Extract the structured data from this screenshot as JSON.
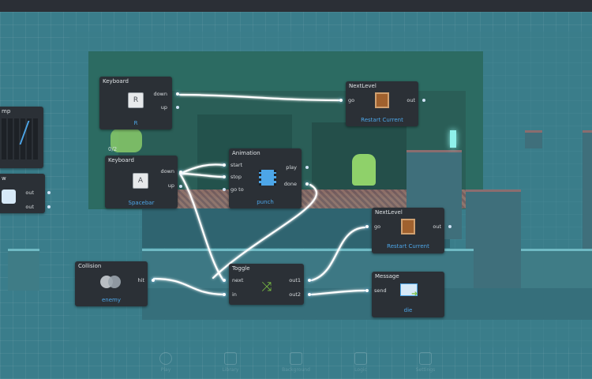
{
  "nodes": {
    "keyboard_r": {
      "title": "Keyboard",
      "key": "R",
      "sub": "R",
      "ports_out": [
        "down",
        "up"
      ]
    },
    "nextlevel_1": {
      "title": "NextLevel",
      "port_in": "go",
      "port_out": "out",
      "sub": "Restart Current"
    },
    "keyboard_space": {
      "title": "Keyboard",
      "key": "A",
      "sub": "Spacebar",
      "ports_out": [
        "down",
        "up"
      ]
    },
    "animation": {
      "title": "Animation",
      "ports_in": [
        "start",
        "stop",
        "go to"
      ],
      "ports_out": [
        "play",
        "done"
      ],
      "sub": "punch"
    },
    "nextlevel_2": {
      "title": "NextLevel",
      "port_in": "go",
      "port_out": "out",
      "sub": "Restart Current"
    },
    "collision": {
      "title": "Collision",
      "port_out": "hit",
      "sub": "enemy"
    },
    "toggle": {
      "title": "Toggle",
      "ports_in": [
        "next",
        "in"
      ],
      "ports_out": [
        "out1",
        "out2"
      ]
    },
    "message": {
      "title": "Message",
      "port_in": "send",
      "sub": "die"
    },
    "partial_top": {
      "title": "mp"
    },
    "partial_mid": {
      "title": "w",
      "ports_out": [
        "out",
        "out"
      ]
    }
  },
  "level": {
    "hud_text": "0/2"
  },
  "bottom_toolbar": [
    "Play",
    "Library",
    "Background",
    "Logic",
    "Settings"
  ],
  "colors": {
    "node_bg": "#2b3036",
    "sub_label": "#4da6e8",
    "wire": "#ffffff",
    "canvas": "#3a7d8b"
  }
}
